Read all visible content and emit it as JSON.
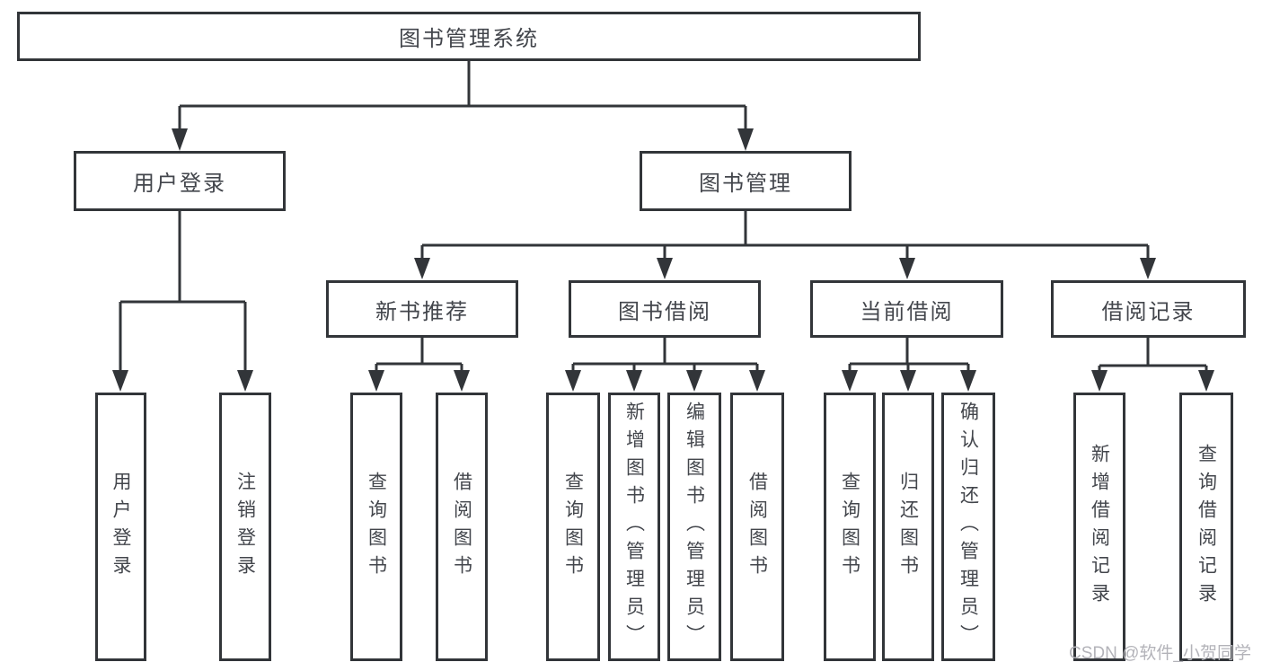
{
  "tree": {
    "root": {
      "label": "图书管理系统",
      "children": [
        {
          "label": "用户登录",
          "children": [
            {
              "label": "用户登录"
            },
            {
              "label": "注销登录"
            }
          ]
        },
        {
          "label": "图书管理",
          "children": [
            {
              "label": "新书推荐",
              "children": [
                {
                  "label": "查询图书"
                },
                {
                  "label": "借阅图书"
                }
              ]
            },
            {
              "label": "图书借阅",
              "children": [
                {
                  "label": "查询图书"
                },
                {
                  "label": "新增图书（管理员）"
                },
                {
                  "label": "编辑图书（管理员）"
                },
                {
                  "label": "借阅图书"
                }
              ]
            },
            {
              "label": "当前借阅",
              "children": [
                {
                  "label": "查询图书"
                },
                {
                  "label": "归还图书"
                },
                {
                  "label": "确认归还（管理员）"
                }
              ]
            },
            {
              "label": "借阅记录",
              "children": [
                {
                  "label": "新增借阅记录"
                },
                {
                  "label": "查询借阅记录"
                }
              ]
            }
          ]
        }
      ]
    }
  },
  "watermark": {
    "text": "CSDN @软件_小贺同学"
  },
  "colors": {
    "line": "#323539",
    "text": "#43464c",
    "background": "#ffffff",
    "watermark": "#b3b3b9"
  }
}
